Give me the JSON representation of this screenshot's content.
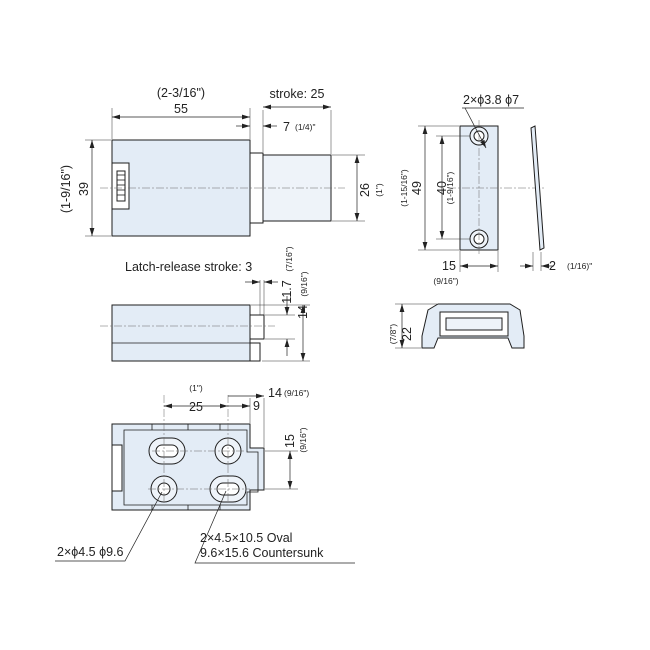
{
  "front_view": {
    "width_mm": "55",
    "width_in": "(2-3/16\")",
    "height_mm": "39",
    "height_in": "(1-9/16\")",
    "stroke_label": "stroke: 25",
    "plunger_mm": "7",
    "plunger_in": "(1/4)\"",
    "plunger_dia_mm": "26",
    "plunger_dia_in": "(1\")"
  },
  "side_view": {
    "latch_release_label": "Latch-release stroke: 3",
    "dim1_mm": "11.7",
    "dim1_in": "(7/16\")",
    "dim2_mm": "14",
    "dim2_in": "(9/16\")"
  },
  "bottom_view": {
    "pitch_mm": "25",
    "pitch_in": "(1\")",
    "offset_mm": "9",
    "right_mm": "14",
    "right_in": "(9/16\")",
    "vert_mm": "15",
    "vert_in": "(9/16\")",
    "hole_callout": "2×ϕ4.5  ϕ9.6",
    "oval_callout_1": "2×4.5×10.5 Oval",
    "oval_callout_2": "9.6×15.6 Countersunk"
  },
  "strike_plate": {
    "hole_callout": "2×ϕ3.8  ϕ7",
    "height_mm": "49",
    "height_in": "(1-15/16\")",
    "pitch_mm": "40",
    "pitch_in": "(1-9/16\")",
    "width_mm": "15",
    "width_in": "(9/16\")",
    "thickness_mm": "2",
    "thickness_in": "(1/16)\""
  },
  "strike_side": {
    "height_mm": "22",
    "height_in": "(7/8\")"
  }
}
